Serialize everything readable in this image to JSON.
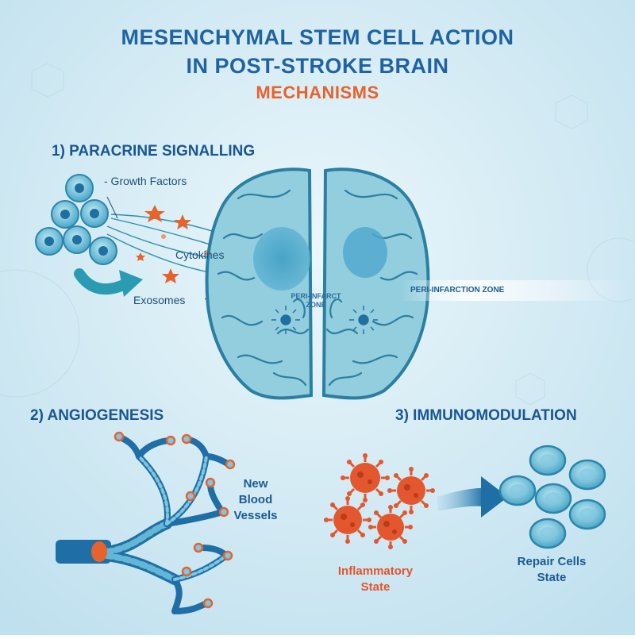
{
  "title": {
    "line1": "MESENCHYMAL STEM CELL ACTION",
    "line2": "IN POST-STROKE BRAIN",
    "subtitle": "MECHANISMS"
  },
  "sections": {
    "paracrine": "1) PARACRINE SIGNALLING",
    "angiogenesis": "2) ANGIOGENESIS",
    "immunomodulation": "3) IMMUNOMODULATION"
  },
  "labels": {
    "growth_factors": "- Growth Factors",
    "cytokines": "Cytokines",
    "exosomes": "Exosomes",
    "peri_infarct_zone_line1": "PERI-INFARCT",
    "peri_infarct_zone_line2": "ZONE",
    "peri_infarction_zone": "PERI-INFARCTION ZONE",
    "new_blood_vessels": [
      "New",
      "Blood",
      "Vessels"
    ],
    "inflammatory_state": [
      "Inflammatory",
      "State"
    ],
    "repair_cells_state": [
      "Repair Cells",
      "State"
    ]
  },
  "colors": {
    "title_blue": "#1f63a3",
    "accent_orange": "#e8622c",
    "cell_blue": "#4aa6c8",
    "brain_fill": "#92cede",
    "brain_stroke": "#2b7fa2",
    "virus_red": "#e4572e"
  }
}
